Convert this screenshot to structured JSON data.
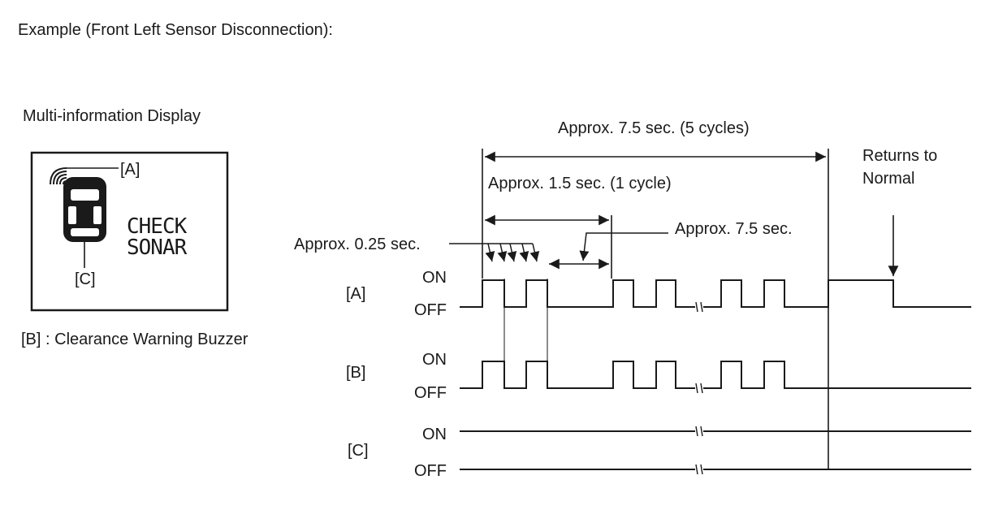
{
  "heading": "Example (Front Left Sensor Disconnection):",
  "display": {
    "caption": "Multi-information Display",
    "label_a": "[A]",
    "label_c": "[C]",
    "check_line1": "CHECK",
    "check_line2": "SONAR"
  },
  "legend_b": "[B] : Clearance Warning Buzzer",
  "timing": {
    "total_label": "Approx. 7.5 sec. (5 cycles)",
    "cycle_label": "Approx. 1.5 sec. (1 cycle)",
    "pulse_label": "Approx. 0.25 sec.",
    "gap_label": "Approx. 7.5 sec.",
    "returns_label_1": "Returns to",
    "returns_label_2": "Normal"
  },
  "channels": [
    {
      "label": "[A]",
      "on": "ON",
      "off": "OFF"
    },
    {
      "label": "[B]",
      "on": "ON",
      "off": "OFF"
    },
    {
      "label": "[C]",
      "on": "ON",
      "off": "OFF"
    }
  ],
  "icons": {
    "sensor_waves": "sensor-wave-icon",
    "vehicle": "vehicle-top-view-icon",
    "arrow": "arrow-icon",
    "break": "axis-break-icon"
  }
}
